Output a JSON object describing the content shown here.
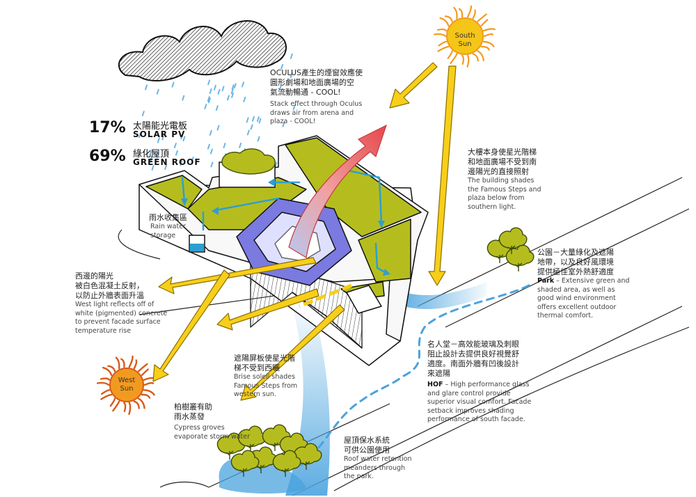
{
  "stats": [
    {
      "percent": "17%",
      "label_zh": "太陽能光電板",
      "label_en": "SOLAR PV"
    },
    {
      "percent": "69%",
      "label_zh": "綠化屋頂",
      "label_en": "GREEN ROOF"
    }
  ],
  "suns": {
    "south": {
      "line1": "South",
      "line2": "Sun"
    },
    "west": {
      "line1": "West",
      "line2": "Sun"
    }
  },
  "annotations": {
    "oculus": {
      "zh": [
        "OCULUS產生的煙窗效應使",
        "圓形劇場和地面廣場的空",
        "氣流動暢通 - COOL!"
      ],
      "en": [
        "Stack effect through Oculus",
        "draws air from arena and",
        "plaza - COOL!"
      ]
    },
    "shade": {
      "zh": [
        "大樓本身使星光階梯",
        "和地面廣場不受到南",
        "邊陽光的直接照射"
      ],
      "en": [
        "The building shades",
        "the Famous Steps and",
        "plaza below from",
        "southern light."
      ]
    },
    "rain": {
      "zh": [
        "雨水收集區"
      ],
      "en": [
        "Rain water",
        "storage"
      ]
    },
    "park": {
      "zh": [
        "公園－大量綠化及遮陽",
        "地帶，以及良好風環境",
        "提供極佳室外熱舒適度"
      ],
      "en_bold": "Park",
      "en": [
        " – Extensive green and",
        "shaded area, as well as",
        "good wind environment",
        "offers excellent outdoor",
        "thermal comfort."
      ]
    },
    "west_light": {
      "zh": [
        "西邊的陽光",
        "被白色混凝土反射，",
        "以防止外牆表面升溫"
      ],
      "en": [
        "West light reflects off of",
        "white (pigmented) concrete",
        "to prevent facade surface",
        "temperature rise"
      ]
    },
    "hof": {
      "zh": [
        "名人堂－高效能玻璃及刺眼",
        "阻止設計去提供良好視覺舒",
        "適度。南面外牆有凹後設計",
        "來遮陽"
      ],
      "en_bold": "HOF",
      "en": [
        " – High performance glass",
        "and glare control provide",
        "superior visual comfort. Facade",
        "setback improves shading",
        "performance of south facade."
      ]
    },
    "brise": {
      "zh": [
        "遮陽屏板使星光階",
        "梯不受到西曬"
      ],
      "en": [
        "Brise soleil shades",
        "Famous Steps from",
        "western sun."
      ]
    },
    "cypress": {
      "zh": [
        "柏樹叢有助",
        "雨水蒸發"
      ],
      "en": [
        "Cypress groves",
        "evaporate storm water"
      ]
    },
    "roof_water": {
      "zh": [
        "屋頂保水系統",
        "可供公園使用"
      ],
      "en": [
        "Roof water retention",
        "meanders through",
        "the park."
      ]
    }
  },
  "colors": {
    "green_roof": "#b5bd1e",
    "sun_yellow": "#f5c518",
    "sun_orange": "#f29a20",
    "arrow_yellow": "#f7cf1a",
    "water_blue": "#2e9fd0",
    "wind_blue": "#4aa3de",
    "oculus_purple": "#6a6ad4",
    "stack_red": "#e5484d",
    "rain_blue": "#6bb6e6"
  },
  "icons": [
    "cloud-icon",
    "rain-icon",
    "sun-icon",
    "tree-icon",
    "water-tank-icon"
  ]
}
